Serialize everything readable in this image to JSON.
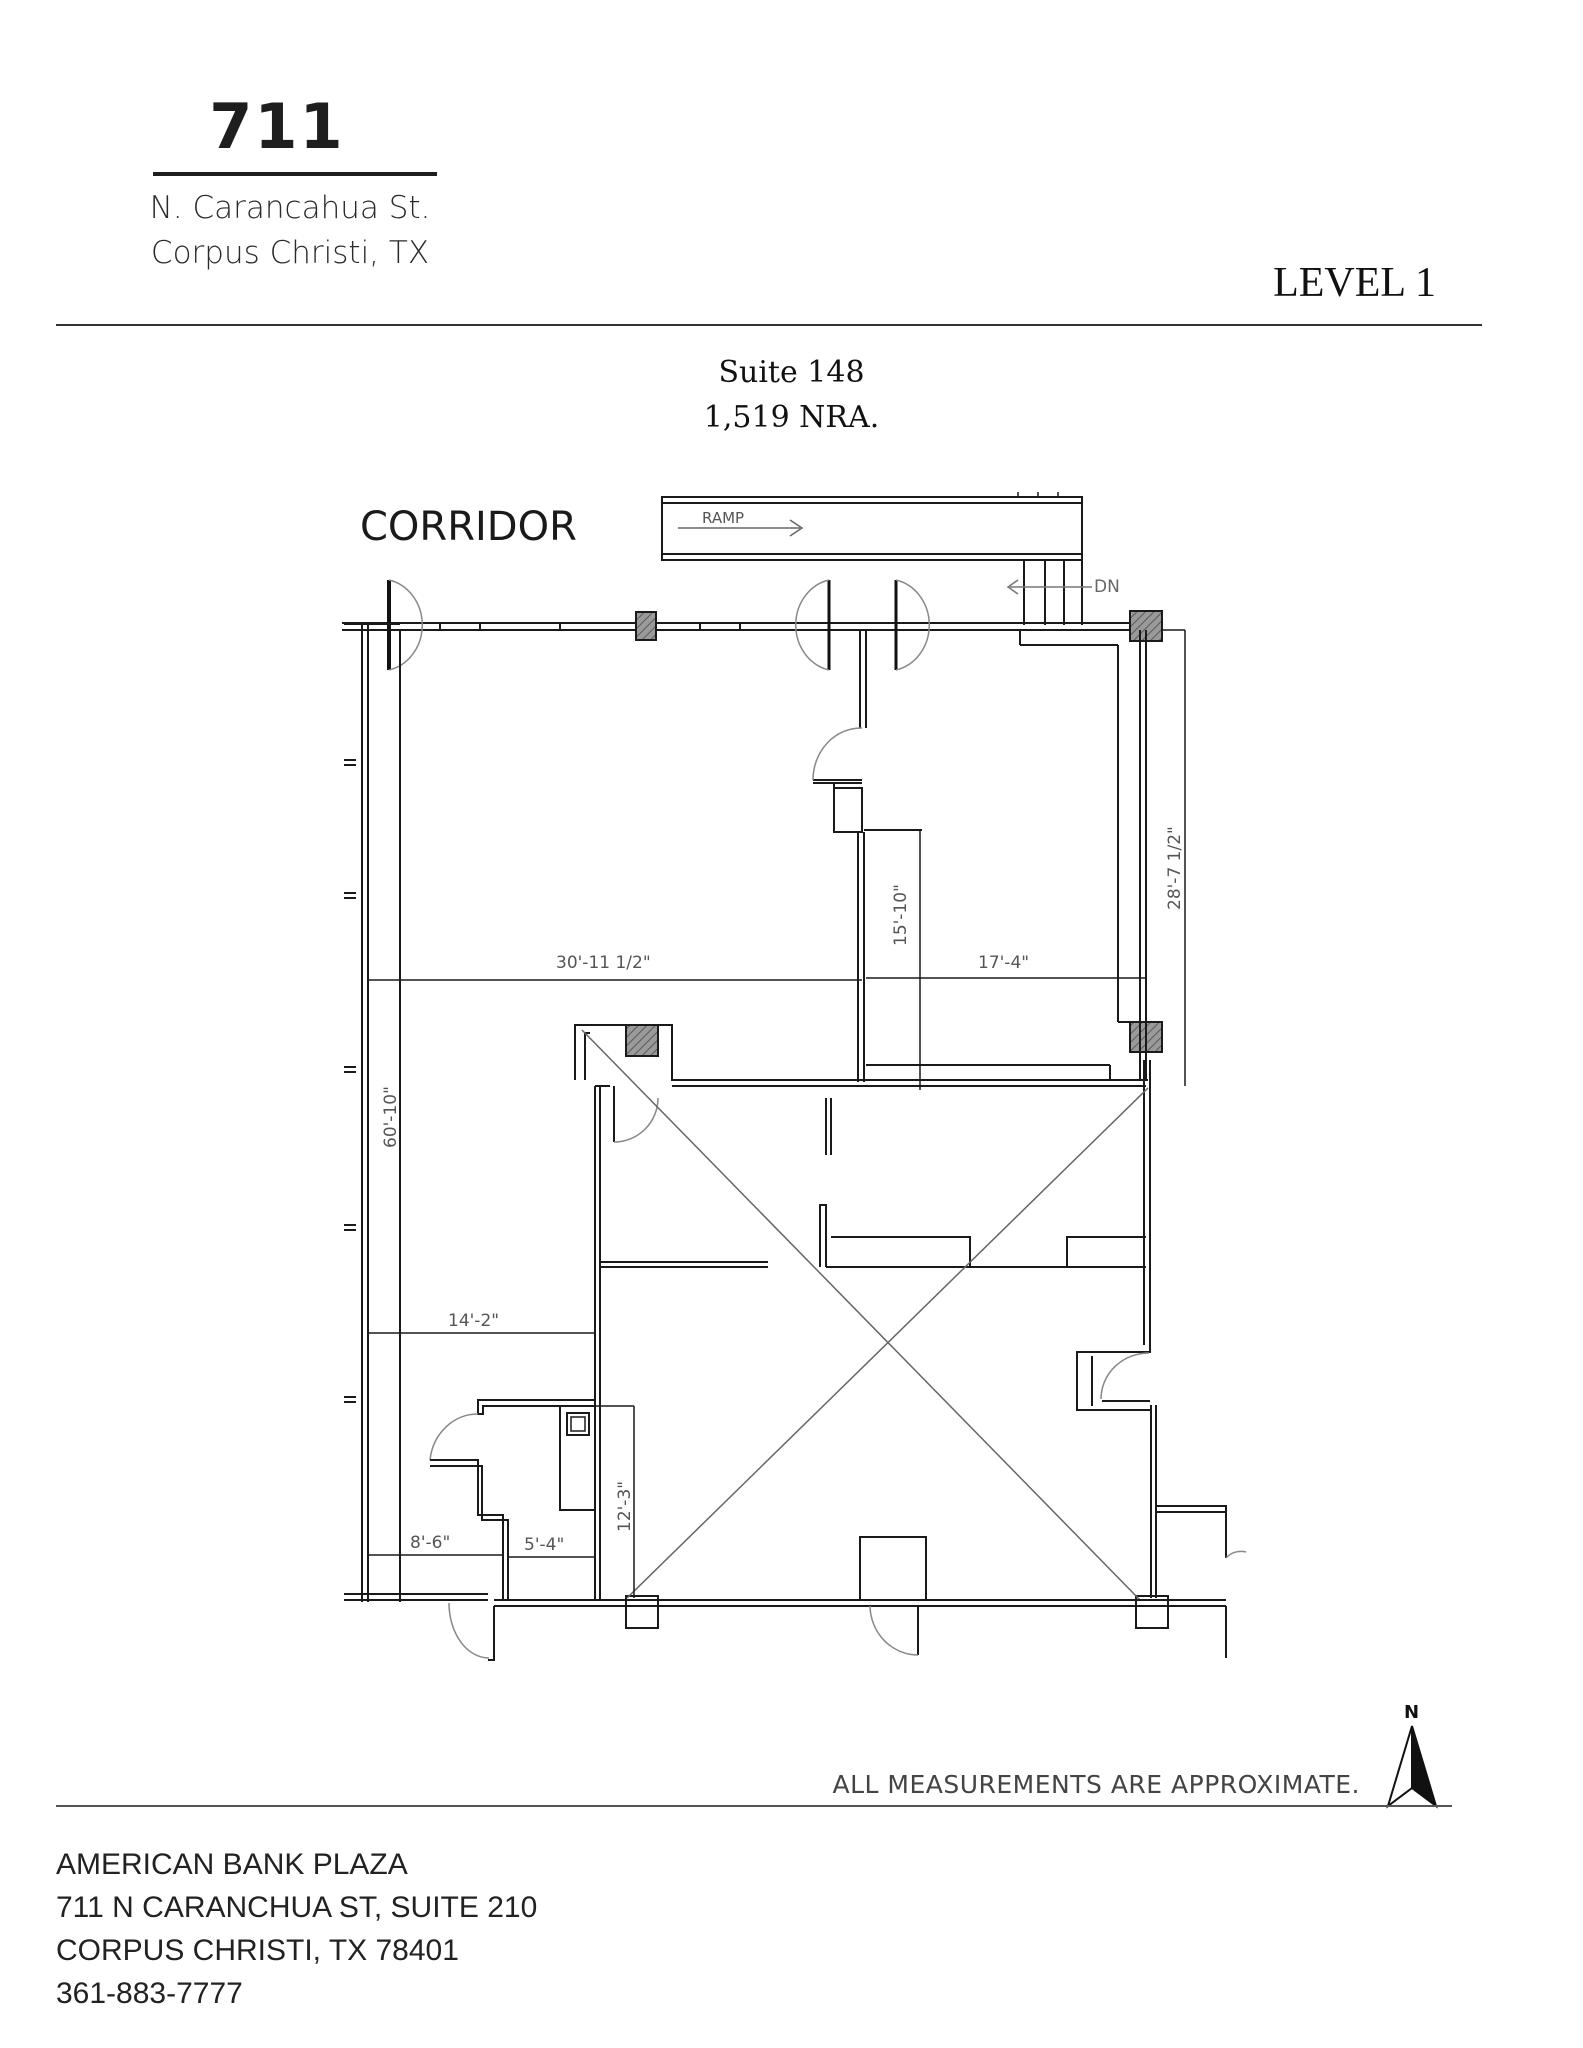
{
  "header": {
    "building_number": "711",
    "street_line": "N. Carancahua St.",
    "city_line": "Corpus Christi, TX",
    "level_title": "LEVEL 1"
  },
  "suite": {
    "name": "Suite 148",
    "area": "1,519 NRA."
  },
  "floorplan": {
    "corridor_label": "CORRIDOR",
    "ramp_label": "RAMP",
    "stairs_label": "DN",
    "dimensions": {
      "width_left": "30'-11 1/2\"",
      "width_right": "17'-4\"",
      "depth_right_office": "15'-10\"",
      "depth_east": "28'-7 1/2\"",
      "depth_west": "60'-10\"",
      "width_lower_left": "14'-2\"",
      "width_bottom_left": "8'-6\"",
      "width_bottom_mid": "5'-4\"",
      "depth_restroom": "12'-3\""
    }
  },
  "north_arrow": {
    "label": "N"
  },
  "disclaimer": "ALL MEASUREMENTS ARE APPROXIMATE.",
  "footer": {
    "company": "AMERICAN BANK PLAZA",
    "address": "711 N CARANCHUA ST, SUITE 210",
    "city": "CORPUS CHRISTI, TX 78401",
    "phone": "361-883-7777"
  },
  "colors": {
    "wall": "#1a1a1a",
    "dimension_text": "#555555",
    "door_swing": "#777777",
    "column_fill": "#888888"
  }
}
